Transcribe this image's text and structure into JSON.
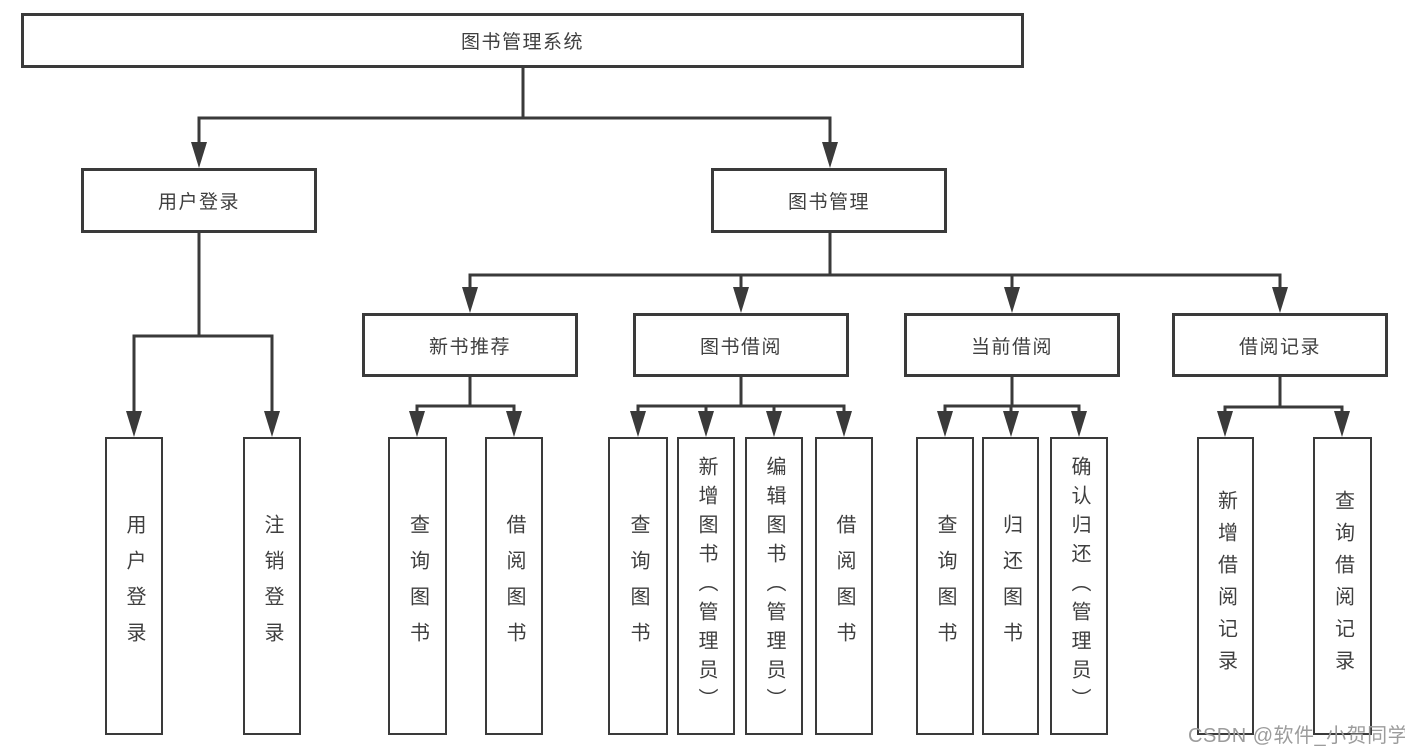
{
  "diagram": {
    "root": {
      "label": "图书管理系统"
    },
    "level2": [
      {
        "label": "用户登录"
      },
      {
        "label": "图书管理"
      }
    ],
    "level3": [
      {
        "label": "新书推荐"
      },
      {
        "label": "图书借阅"
      },
      {
        "label": "当前借阅"
      },
      {
        "label": "借阅记录"
      }
    ],
    "leaves": {
      "user_login": [
        "用户登录",
        "注销登录"
      ],
      "new_book": [
        "查询图书",
        "借阅图书"
      ],
      "book_borrow": [
        "查询图书",
        "新增图书（管理员）",
        "编辑图书（管理员）",
        "借阅图书"
      ],
      "current_borrow": [
        "查询图书",
        "归还图书",
        "确认归还（管理员）"
      ],
      "borrow_records": [
        "新增借阅记录",
        "查询借阅记录"
      ]
    }
  },
  "watermark": "CSDN @软件_小贺同学",
  "colors": {
    "line": "#3a3a3a",
    "text": "#3f3f3f",
    "watermark_gray": "#9c9c9c",
    "background": "#ffffff"
  }
}
